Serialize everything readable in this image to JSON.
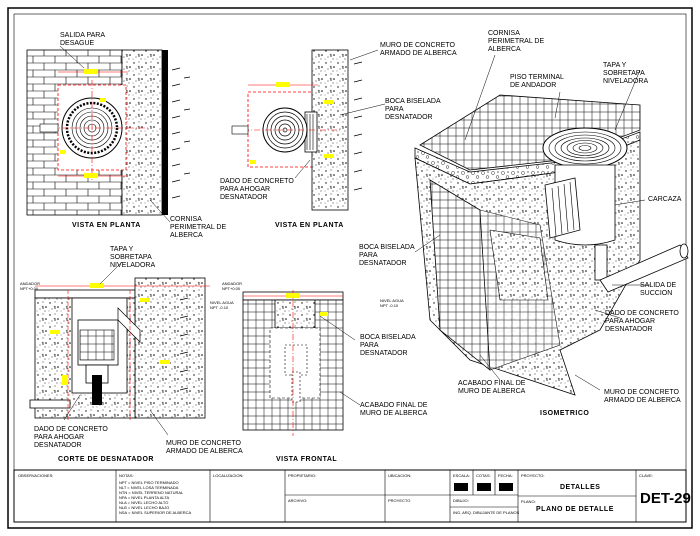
{
  "views": {
    "plan_1_title": "VISTA EN PLANTA",
    "plan_2_title": "VISTA EN PLANTA",
    "section_title": "CORTE DE DESNATADOR",
    "front_title": "VISTA FRONTAL",
    "iso_title": "ISOMETRICO"
  },
  "callouts": {
    "salida_desague": "SALIDA PARA\nDESAGUE",
    "cornisa_perimetral_1": "CORNISA\nPERIMETRAL DE\nALBERCA",
    "muro_concreto_top": "MURO DE CONCRETO\nARMADO DE ALBERCA",
    "boca_biselada_1": "BOCA BISELADA\nPARA\nDESNATADOR",
    "dado_concreto_1": "DADO DE CONCRETO\nPARA AHOGAR\nDESNATADOR",
    "cornisa_perimetral_iso": "CORNISA\nPERIMETRAL DE\nALBERCA",
    "piso_terminal": "PISO TERMINAL\nDE ANDADOR",
    "tapa_sobretapa_iso": "TAPA Y\nSOBRETAPA\nNIVELADORA",
    "carcaza": "CARCAZA",
    "boca_biselada_iso": "BOCA BISELADA\nPARA\nDESNATADOR",
    "salida_succion": "SALIDA DE\nSUCCION",
    "dado_concreto_iso": "DADO DE CONCRETO\nPARA AHOGAR\nDESNATADOR",
    "acabado_final_iso": "ACABADO FINAL DE\nMURO DE ALBERCA",
    "muro_concreto_iso": "MURO DE CONCRETO\nARMADO DE ALBERCA",
    "tapa_sobretapa_sec": "TAPA Y\nSOBRETAPA\nNIVELADORA",
    "boca_biselada_front": "BOCA BISELADA\nPARA\nDESNATADOR",
    "acabado_final_front": "ACABADO FINAL DE\nMURO DE ALBERCA",
    "dado_concreto_sec": "DADO DE CONCRETO\nPARA AHOGAR\nDESNATADOR",
    "muro_concreto_sec": "MURO DE CONCRETO\nARMADO DE ALBERCA",
    "nivel_agua_1": "NIVEL AGUA\nNPT -0.10",
    "nivel_agua_2": "NIVEL AGUA\nNPT -0.10",
    "andador_1": "ANDADOR\nNPT+0.00",
    "andador_2": "ANDADOR\nNPT+0.00"
  },
  "title_block": {
    "observaciones": "OBSERVACIONES:",
    "notas": "NOTAS:",
    "notas_lines": "NPT = NIVEL PISO TERMINADO\nNLT = NIVEL LOSA TERMINADA\nNTN = NIVEL TERRENO NATURAL\nNPA = NIVEL PLANTA ALTA\nNLA = NIVEL LECHO ALTO\nNLB = NIVEL LECHO BAJO\nNSA = NIVEL SUPERIOR DE ALBERCA",
    "localizacion": "LOCALIZACION:",
    "propietario": "PROPIETARIO:",
    "archivo": "ARCHIVO:",
    "ubicacion": "UBICACION:",
    "proyecto_label": "PROYECTO",
    "escala": "ESCALA:",
    "cotas": "COTAS:",
    "fecha": "FECHA:",
    "dibujo": "DIBUJO:",
    "dibujo_value": "ING. ARQ. DIBUJANTE DE PLANOS",
    "proyecto_header": "PROYECTO:",
    "proyecto_value": "DETALLES",
    "plano_label": "PLANO:",
    "plano_value": "PLANO DE DETALLE",
    "clave_label": "CLAVE:",
    "sheet_number": "DET-29"
  },
  "colors": {
    "background": "#ffffff",
    "line": "#000000",
    "accent_red": "#ff0000",
    "accent_yellow": "#ffff00"
  }
}
